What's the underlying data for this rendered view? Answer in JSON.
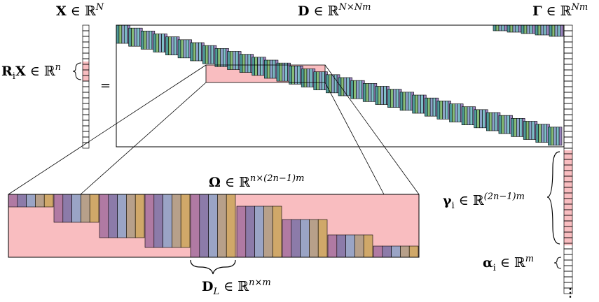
{
  "labels": {
    "x_label": {
      "base": "X",
      "op": " ∈ ",
      "set": "ℝ",
      "exp": "N"
    },
    "d_label": {
      "base": "D",
      "op": " ∈ ",
      "set": "ℝ",
      "exp": "N×Nm"
    },
    "gamma_label": {
      "base": "Γ",
      "op": " ∈ ",
      "set": "ℝ",
      "exp": "Nm"
    },
    "rix_label": {
      "base": "R",
      "sub": "i",
      "base2": "X",
      "op": " ∈ ",
      "set": "ℝ",
      "exp": "n"
    },
    "equals": "=",
    "omega_label": {
      "base": "Ω",
      "op": " ∈ ",
      "set": "ℝ",
      "exp": "n×(2n−1)m"
    },
    "gammai_label": {
      "base": "γ",
      "sub": "i",
      "op": " ∈ ",
      "set": "ℝ",
      "exp": "(2n−1)m"
    },
    "alphai_label": {
      "base": "α",
      "sub": "i",
      "op": " ∈ ",
      "set": "ℝ",
      "exp": "m"
    },
    "dl_label": {
      "base": "D",
      "sub": "L",
      "op": " ∈ ",
      "set": "ℝ",
      "exp": "n×m"
    },
    "ellipsis": "⋮"
  },
  "colors": {
    "highlight": "#f9bdc0",
    "stripe_top": [
      "#4f9a9a",
      "#86bd77",
      "#8da2c9",
      "#7ec0c8",
      "#9a85bf"
    ],
    "stripe_bottom": [
      "#b07aa3",
      "#8c7ba9",
      "#9aa4c5",
      "#b7a08a",
      "#d0a869"
    ],
    "outline": "#000000"
  }
}
